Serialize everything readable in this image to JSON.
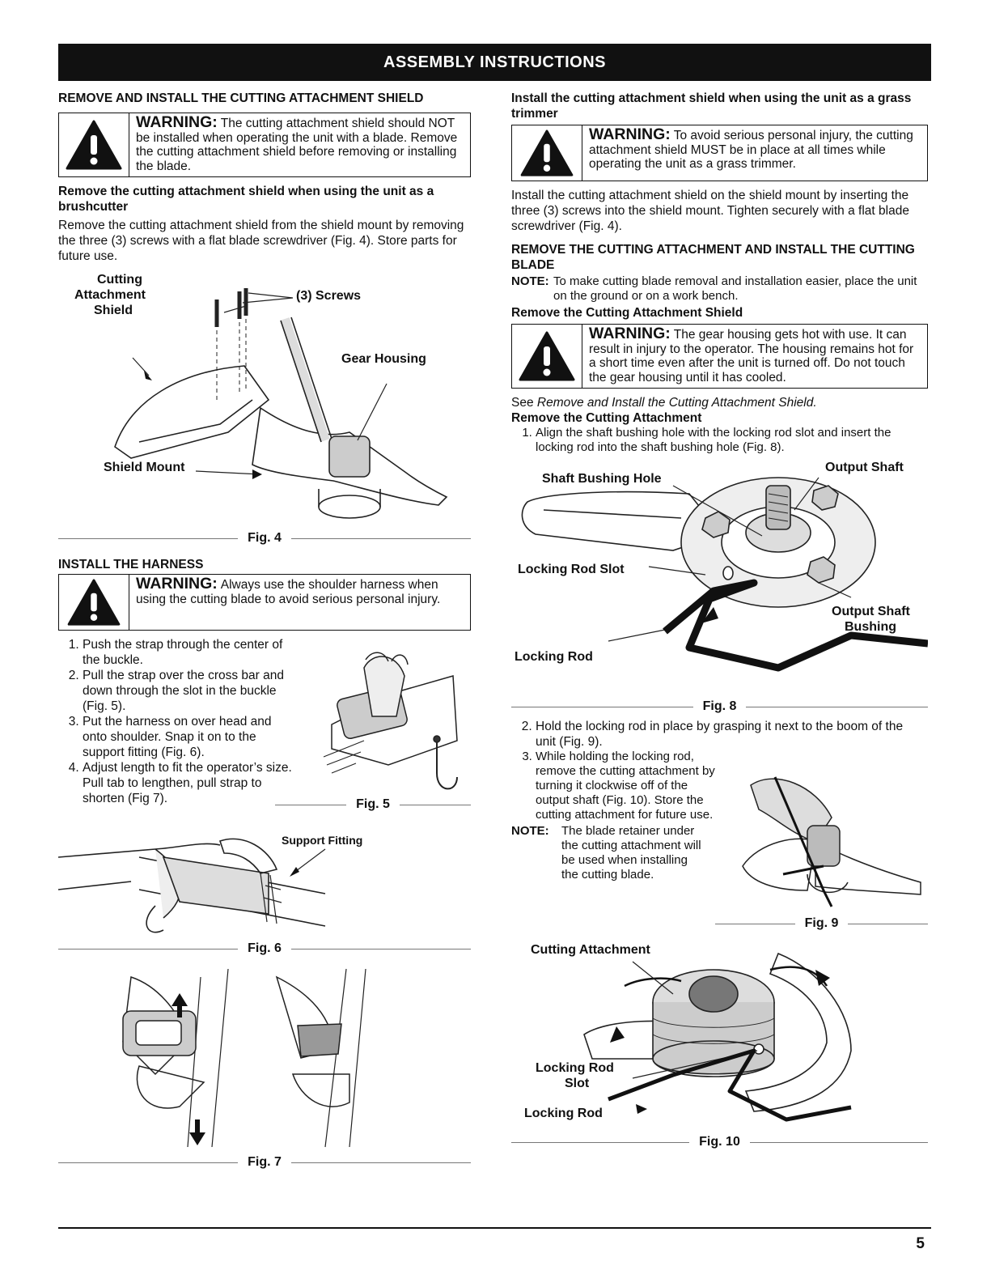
{
  "header": {
    "title": "ASSEMBLY INSTRUCTIONS"
  },
  "left": {
    "section1_title": "REMOVE AND INSTALL THE CUTTING ATTACHMENT SHIELD",
    "warning1": {
      "label": "WARNING:",
      "text": "The cutting attachment shield should NOT be installed when operating the unit with a blade. Remove the cutting attachment shield before removing or installing the blade."
    },
    "sub1_title": "Remove the cutting attachment shield when using the unit as a brushcutter",
    "sub1_text": "Remove the cutting attachment shield from the shield mount by removing the three (3) screws with a flat blade screwdriver (Fig. 4). Store parts for future use.",
    "fig4": {
      "label_cutting": "Cutting",
      "label_attachment": "Attachment",
      "label_shield": "Shield",
      "label_screws": "(3) Screws",
      "label_gear": "Gear Housing",
      "label_mount": "Shield Mount",
      "caption": "Fig. 4"
    },
    "section2_title": "INSTALL THE HARNESS",
    "warning2": {
      "label": "WARNING:",
      "text": "Always use the shoulder harness when using the cutting blade to avoid serious personal injury."
    },
    "steps": [
      "Push the strap through the center of the buckle.",
      "Pull the strap over the cross bar and down through the slot in the buckle (Fig. 5).",
      "Put the harness on over head and onto shoulder. Snap it on to the support fitting (Fig. 6).",
      "Adjust length to fit the operator’s size. Pull tab to lengthen, pull strap to shorten (Fig 7)."
    ],
    "fig5_caption": "Fig. 5",
    "fig6": {
      "label_support": "Support Fitting",
      "caption": "Fig. 6"
    },
    "fig7_caption": "Fig. 7"
  },
  "right": {
    "sub2_title": "Install the cutting attachment shield when using the unit as a grass trimmer",
    "warning3": {
      "label": "WARNING:",
      "text": "To avoid serious personal injury, the cutting attachment shield MUST be in place at all times while operating the unit as a grass trimmer."
    },
    "sub2_text": "Install the cutting attachment shield on the shield mount by inserting the three (3) screws into the shield mount. Tighten securely with a flat blade screwdriver (Fig. 4).",
    "section3_title": "REMOVE THE CUTTING ATTACHMENT AND INSTALL THE CUTTING BLADE",
    "note1": {
      "key": "NOTE:",
      "text": "To make cutting blade removal and installation easier, place the unit on the ground or on a work bench."
    },
    "sub3_title": "Remove the Cutting Attachment Shield",
    "warning4": {
      "label": "WARNING:",
      "text": "The gear housing gets hot with use. It can result in injury to the operator. The housing remains hot for a short time even after the unit is turned off. Do not touch the gear housing until it has cooled."
    },
    "see_prefix": "See ",
    "see_ref": "Remove and Install the Cutting Attachment Shield.",
    "sub4_title": "Remove the Cutting Attachment",
    "step1": "Align the shaft bushing hole with the locking rod slot and insert the locking rod into the shaft bushing hole (Fig. 8).",
    "fig8": {
      "label_output_shaft": "Output Shaft",
      "label_bushing_hole": "Shaft Bushing Hole",
      "label_rod_slot": "Locking Rod Slot",
      "label_output_bushing_1": "Output Shaft",
      "label_output_bushing_2": "Bushing",
      "label_rod": "Locking Rod",
      "caption": "Fig. 8"
    },
    "step2": "Hold the locking rod in place by grasping it next to the boom of the unit (Fig. 9).",
    "step3": "While holding the locking rod, remove the cutting attachment by turning it clockwise off of the output shaft (Fig. 10). Store the cutting attachment for future use.",
    "note2": {
      "key": "NOTE:",
      "text": "The blade retainer under the cutting attachment will be used when installing the cutting blade."
    },
    "fig9_caption": "Fig. 9",
    "fig10": {
      "label_attachment": "Cutting Attachment",
      "label_slot_1": "Locking Rod",
      "label_slot_2": "Slot",
      "label_rod": "Locking Rod",
      "caption": "Fig. 10"
    }
  },
  "footer": {
    "page_number": "5"
  }
}
